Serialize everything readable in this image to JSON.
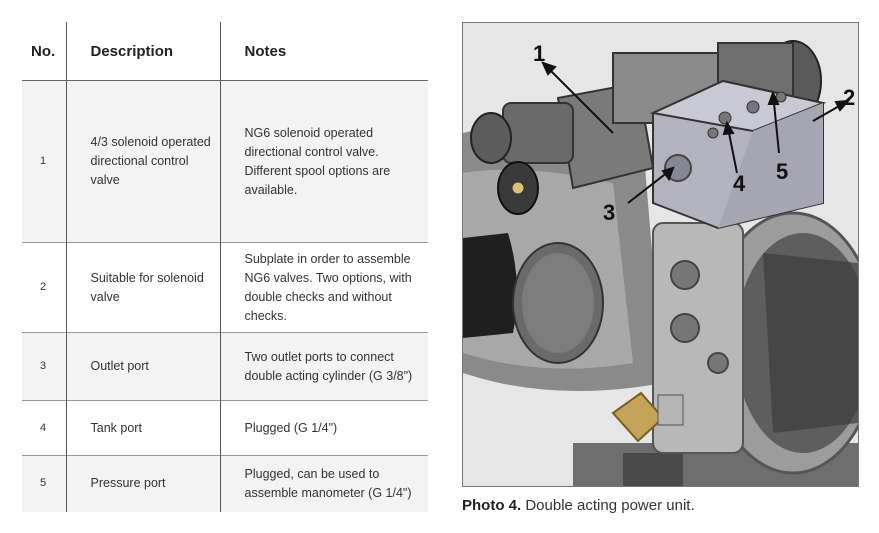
{
  "table": {
    "headers": {
      "no": "No.",
      "description": "Description",
      "notes": "Notes"
    },
    "rows": [
      {
        "no": "1",
        "description": "4/3 solenoid operated directional control valve",
        "notes": "NG6 solenoid operated directional control valve. Different spool options are available."
      },
      {
        "no": "2",
        "description": "Suitable for solenoid valve",
        "notes": "Subplate in order to assemble NG6 valves. Two options, with double checks and without checks."
      },
      {
        "no": "3",
        "description": "Outlet port",
        "notes": "Two outlet ports to connect double acting cylinder (G 3/8\")"
      },
      {
        "no": "4",
        "description": "Tank port",
        "notes": "Plugged (G 1/4\")"
      },
      {
        "no": "5",
        "description": "Pressure port",
        "notes": "Plugged, can be used to assemble manometer (G 1/4\")"
      }
    ]
  },
  "photo": {
    "callouts": [
      "1",
      "2",
      "3",
      "4",
      "5"
    ]
  },
  "caption": {
    "label": "Photo 4.",
    "text": " Double acting power unit."
  }
}
